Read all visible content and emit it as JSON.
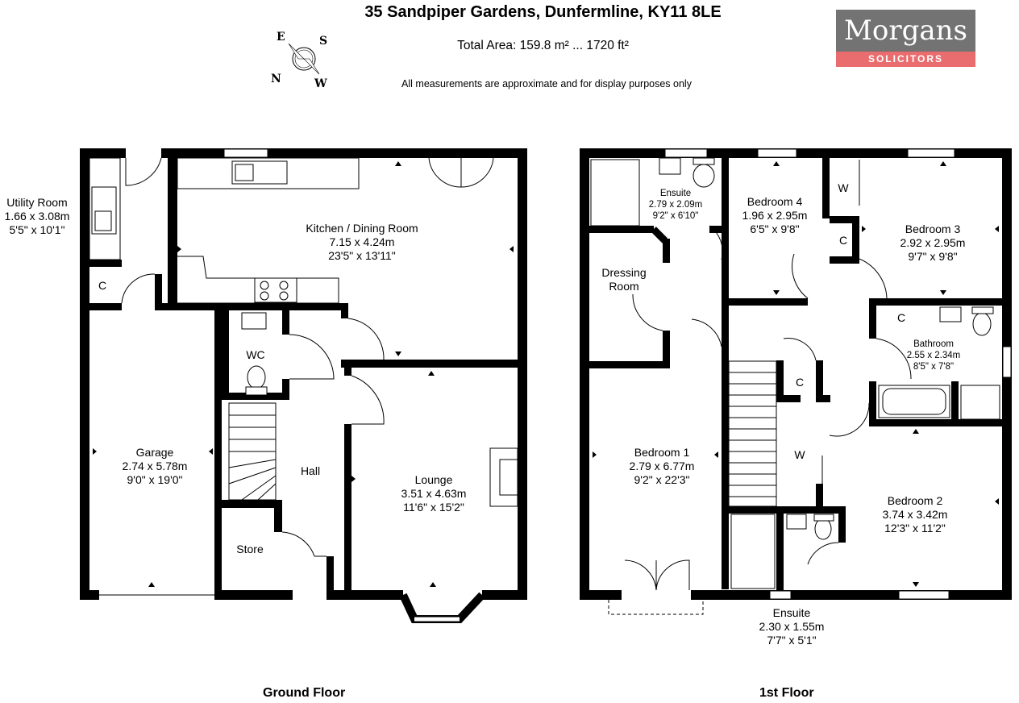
{
  "header": {
    "title": "35 Sandpiper Gardens, Dunfermline, KY11 8LE",
    "total_area": "Total Area: 159.8 m² ... 1720 ft²",
    "disclaimer": "All measurements are approximate and for display purposes only"
  },
  "compass": {
    "e": "E",
    "s": "S",
    "n": "N",
    "w": "W"
  },
  "logo": {
    "name": "Morgans",
    "tagline": "SOLICITORS"
  },
  "floors": {
    "ground": {
      "label": "Ground Floor",
      "rooms": {
        "utility": {
          "name": "Utility Room",
          "metric": "1.66 x 3.08m",
          "imperial": "5'5\" x 10'1\""
        },
        "kitchen": {
          "name": "Kitchen / Dining Room",
          "metric": "7.15 x 4.24m",
          "imperial": "23'5\" x 13'11\""
        },
        "garage": {
          "name": "Garage",
          "metric": "2.74 x 5.78m",
          "imperial": "9'0\" x 19'0\""
        },
        "lounge": {
          "name": "Lounge",
          "metric": "3.51 x 4.63m",
          "imperial": "11'6\" x 15'2\""
        },
        "wc": {
          "name": "WC"
        },
        "hall": {
          "name": "Hall"
        },
        "store": {
          "name": "Store"
        },
        "cupboard": {
          "name": "C"
        }
      }
    },
    "first": {
      "label": "1st Floor",
      "rooms": {
        "ensuite1": {
          "name": "Ensuite",
          "metric": "2.79 x 2.09m",
          "imperial": "9'2\" x 6'10\""
        },
        "bedroom4": {
          "name": "Bedroom 4",
          "metric": "1.96 x 2.95m",
          "imperial": "6'5\" x 9'8\""
        },
        "bedroom3": {
          "name": "Bedroom 3",
          "metric": "2.92 x 2.95m",
          "imperial": "9'7\" x 9'8\""
        },
        "dressing": {
          "name": "Dressing Room",
          "line1": "Dressing",
          "line2": "Room"
        },
        "bathroom": {
          "name": "Bathroom",
          "metric": "2.55 x 2.34m",
          "imperial": "8'5\" x 7'8\""
        },
        "bedroom1": {
          "name": "Bedroom 1",
          "metric": "2.79 x 6.77m",
          "imperial": "9'2\" x 22'3\""
        },
        "bedroom2": {
          "name": "Bedroom 2",
          "metric": "3.74 x 3.42m",
          "imperial": "12'3\" x 11'2\""
        },
        "ensuite2": {
          "name": "Ensuite",
          "metric": "2.30 x 1.55m",
          "imperial": "7'7\" x 5'1\""
        },
        "wardrobe": {
          "name": "W"
        },
        "cupboard": {
          "name": "C"
        }
      }
    }
  }
}
